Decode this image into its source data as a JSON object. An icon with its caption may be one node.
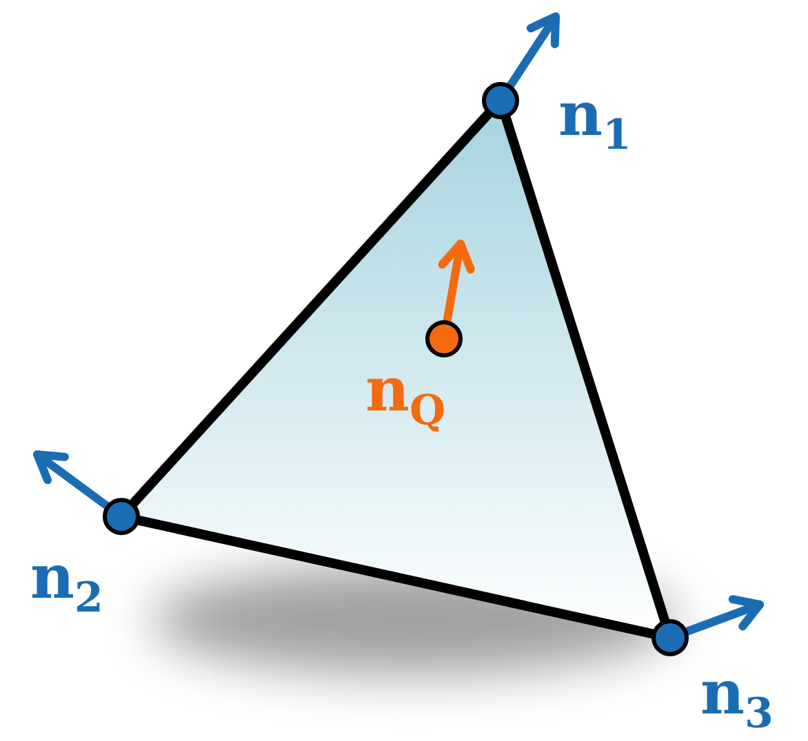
{
  "diagram": {
    "labels": [
      "n$_{1}$",
      "n$_{Q}$",
      "n$_{2}$",
      "n$_{3}$"
    ]
  }
}
